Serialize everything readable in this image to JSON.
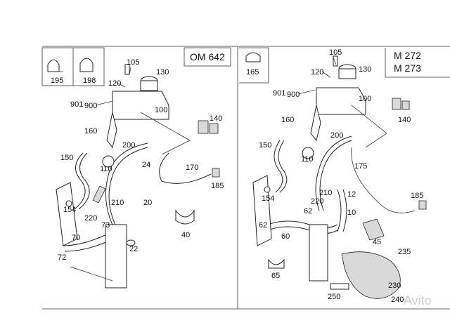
{
  "left_panel": {
    "engine_code": "OM 642",
    "thumbs": [
      "195",
      "198"
    ],
    "labels": [
      "105",
      "130",
      "120",
      "100",
      "901",
      "900",
      "140",
      "160",
      "200",
      "150",
      "110",
      "24",
      "170",
      "185",
      "154",
      "210",
      "220",
      "20",
      "73",
      "70",
      "72",
      "22",
      "40"
    ]
  },
  "right_panel": {
    "engine_code_1": "M 272",
    "engine_code_2": "M 273",
    "thumbs": [
      "165"
    ],
    "labels": [
      "105",
      "120",
      "130",
      "901",
      "900",
      "100",
      "140",
      "160",
      "200",
      "150",
      "110",
      "175",
      "154",
      "210",
      "12",
      "220",
      "185",
      "62",
      "10",
      "62",
      "60",
      "45",
      "235",
      "65",
      "230",
      "250",
      "240"
    ]
  },
  "watermark": "Avito"
}
